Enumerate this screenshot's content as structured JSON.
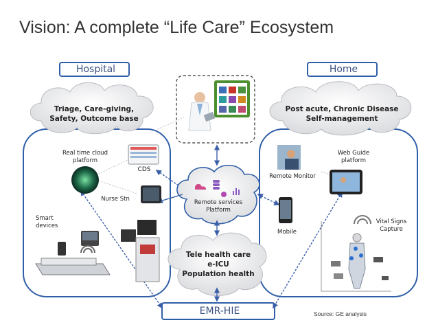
{
  "title": "Vision: A complete “Life Care” Ecosystem",
  "hospital": {
    "header": "Hospital",
    "cloud_line1": "Triage, Care-giving,",
    "cloud_line2": "Safety, Outcome base",
    "cloud_platform_line1": "Real time cloud",
    "cloud_platform_line2": "platform",
    "cds": "CDS",
    "nurse_stn": "Nurse Stn",
    "smart_line1": "Smart",
    "smart_line2": "devices"
  },
  "home": {
    "header": "Home",
    "cloud_line1": "Post acute, Chronic Disease",
    "cloud_line2": "Self-management",
    "remote_monitor": "Remote Monitor",
    "web_guide_line1": "Web Guide",
    "web_guide_line2": "platform",
    "mobile": "Mobile",
    "vital_line1": "Vital Signs",
    "vital_line2": "Capture"
  },
  "center": {
    "remote_line1": "Remote services",
    "remote_line2": "Platform",
    "tele_line1": "Tele health care",
    "tele_line2": "e-ICU",
    "tele_line3": "Population health"
  },
  "emr": "EMR-HIE",
  "source": "Source:  GE analysis",
  "colors": {
    "accent_blue": "#2f5ea8",
    "cloud_fill": "#e9eaec",
    "arrow_blue": "#3a5fa8"
  }
}
